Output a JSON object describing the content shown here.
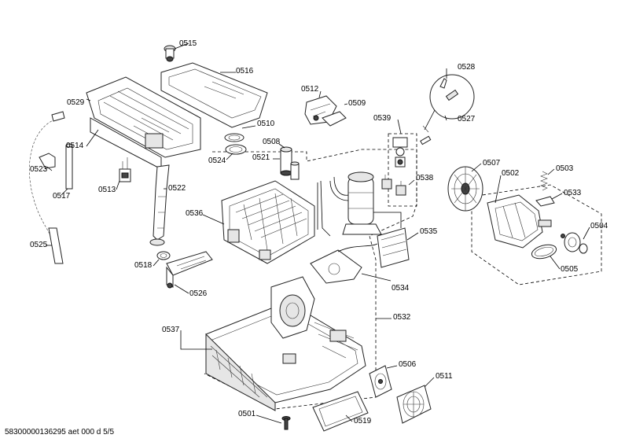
{
  "footer": "58300000136295 aet 000 d 5/5",
  "labels": {
    "p0515": "0515",
    "p0516": "0516",
    "p0529": "0529",
    "p0514": "0514",
    "p0510": "0510",
    "p0524": "0524",
    "p0508": "0508",
    "p0521": "0521",
    "p0512": "0512",
    "p0509": "0509",
    "p0528": "0528",
    "p0527": "0527",
    "p0539": "0539",
    "p0538": "0538",
    "p0523": "0523",
    "p0517": "0517",
    "p0513": "0513",
    "p0522": "0522",
    "p0536": "0536",
    "p0525": "0525",
    "p0518": "0518",
    "p0526": "0526",
    "p0507": "0507",
    "p0502": "0502",
    "p0503": "0503",
    "p0533": "0533",
    "p0504": "0504",
    "p0505": "0505",
    "p0535": "0535",
    "p0534": "0534",
    "p0537": "0537",
    "p0532": "0532",
    "p0506": "0506",
    "p0511": "0511",
    "p0501": "0501",
    "p0519": "0519"
  }
}
